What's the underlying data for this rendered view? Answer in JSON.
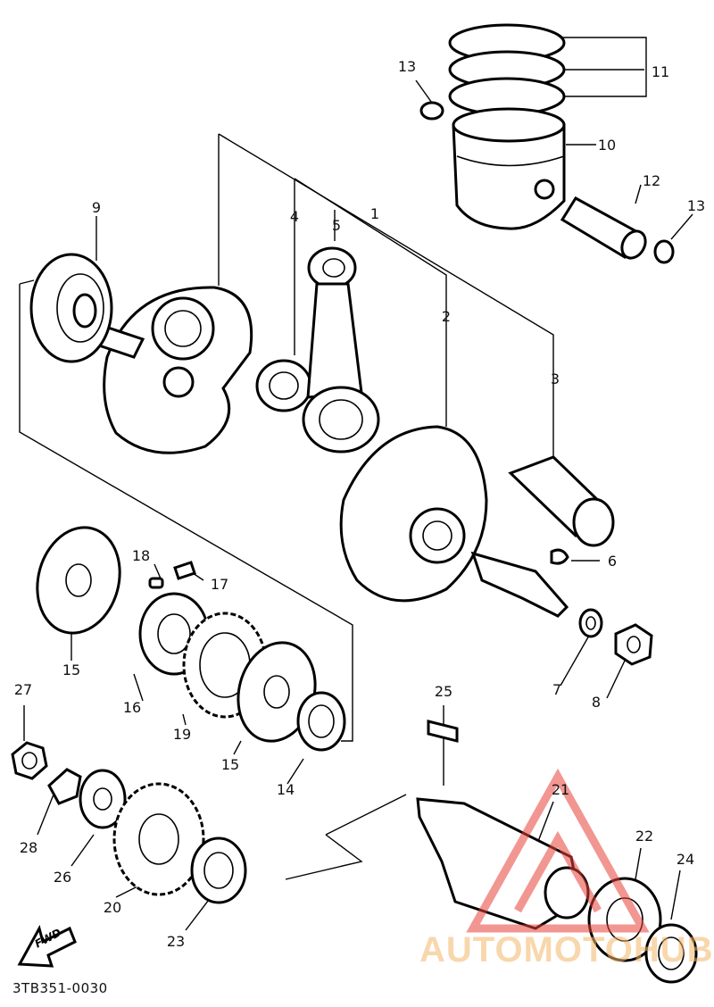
{
  "diagram": {
    "drawing_code": "3TB351-0030",
    "fwd_label": "FWD",
    "watermark_text": "AUTOMOTOHUB",
    "watermark_color": "#e8413a",
    "callouts": [
      {
        "id": "c1",
        "label": "1"
      },
      {
        "id": "c2",
        "label": "2"
      },
      {
        "id": "c3",
        "label": "3"
      },
      {
        "id": "c4",
        "label": "4"
      },
      {
        "id": "c5",
        "label": "5"
      },
      {
        "id": "c6",
        "label": "6"
      },
      {
        "id": "c7",
        "label": "7"
      },
      {
        "id": "c8",
        "label": "8"
      },
      {
        "id": "c9",
        "label": "9"
      },
      {
        "id": "c10",
        "label": "10"
      },
      {
        "id": "c11",
        "label": "11"
      },
      {
        "id": "c12",
        "label": "12"
      },
      {
        "id": "c13a",
        "label": "13"
      },
      {
        "id": "c13b",
        "label": "13"
      },
      {
        "id": "c14",
        "label": "14"
      },
      {
        "id": "c15a",
        "label": "15"
      },
      {
        "id": "c15b",
        "label": "15"
      },
      {
        "id": "c16",
        "label": "16"
      },
      {
        "id": "c17",
        "label": "17"
      },
      {
        "id": "c18",
        "label": "18"
      },
      {
        "id": "c19",
        "label": "19"
      },
      {
        "id": "c20",
        "label": "20"
      },
      {
        "id": "c21",
        "label": "21"
      },
      {
        "id": "c22",
        "label": "22"
      },
      {
        "id": "c23",
        "label": "23"
      },
      {
        "id": "c24",
        "label": "24"
      },
      {
        "id": "c25",
        "label": "25"
      },
      {
        "id": "c26",
        "label": "26"
      },
      {
        "id": "c27",
        "label": "27"
      },
      {
        "id": "c28",
        "label": "28"
      }
    ]
  }
}
